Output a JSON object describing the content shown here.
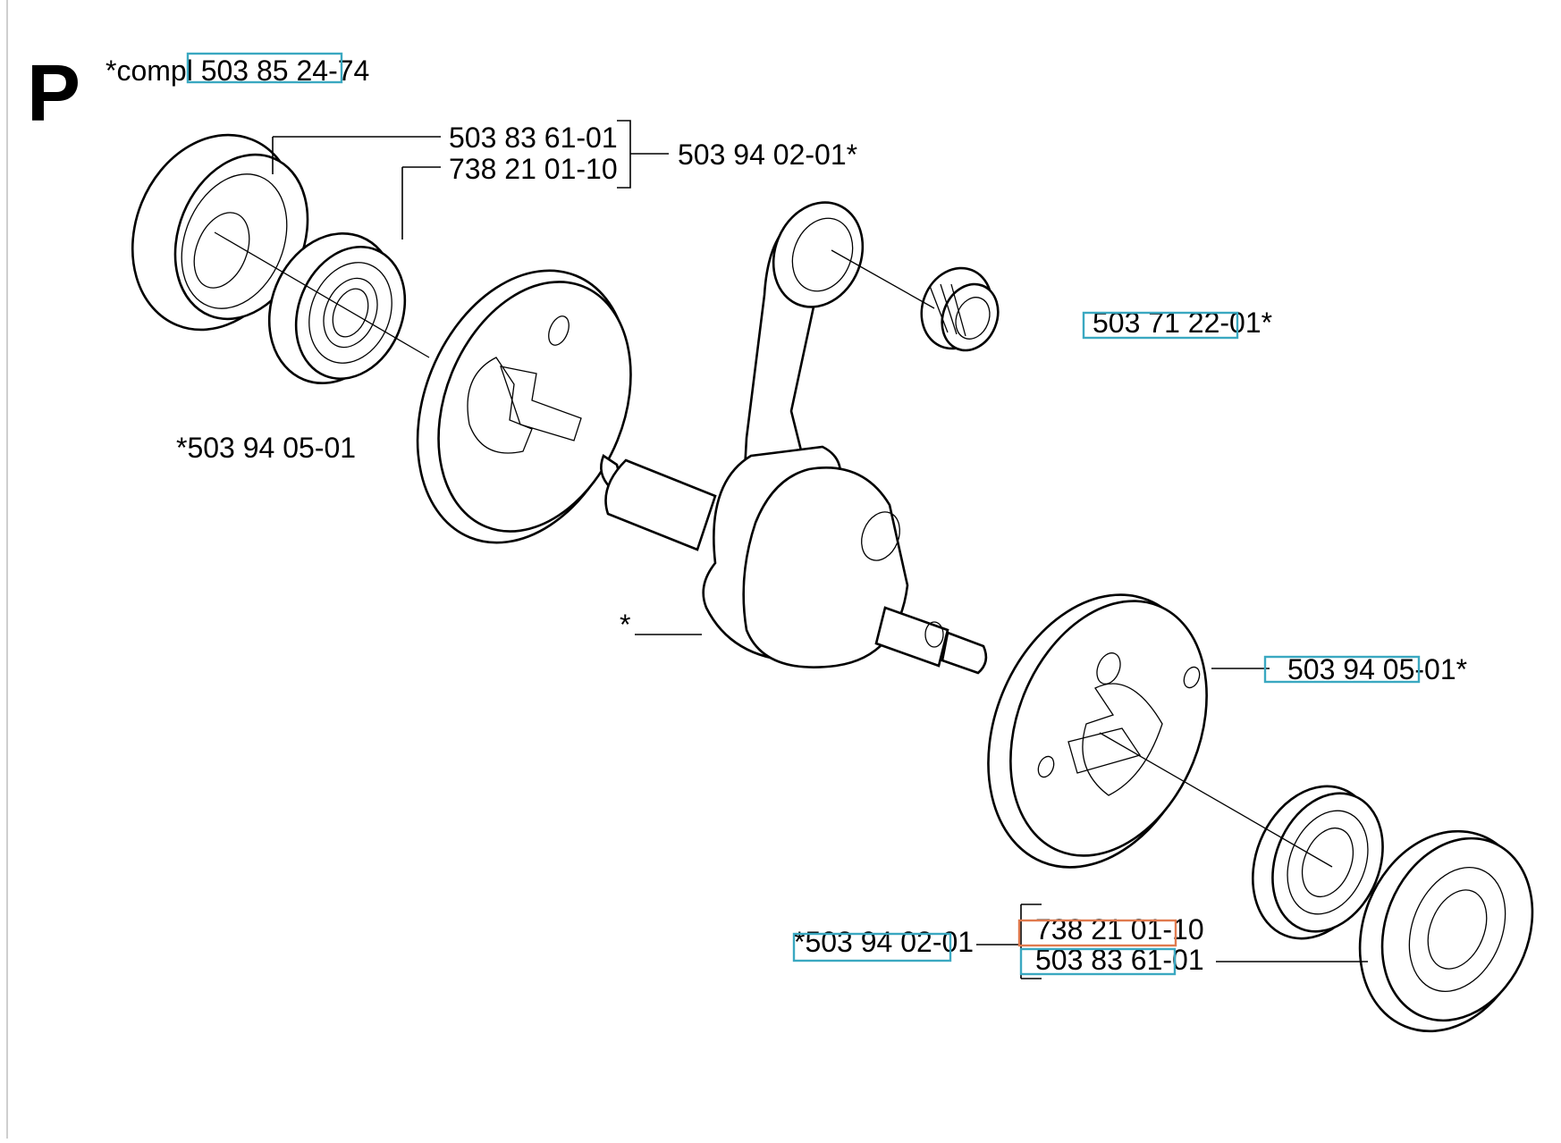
{
  "section_letter": "P",
  "compl_label": "*compl 503 85 24-74",
  "labels": {
    "seal_top": "503 83 61-01",
    "bearing_top": "738 21 01-10",
    "kit_top": "503 94 02-01*",
    "needle_bearing": "503 71 22-01*",
    "half_left": "*503 94 05-01",
    "crank_star": "*",
    "half_right": "503 94 05-01*",
    "kit_bottom": "*503 94 02-01",
    "bearing_bottom": "738 21 01-10",
    "seal_bottom": "503 83 61-01"
  },
  "highlight_colors": {
    "blue": "#3aa8c1",
    "orange": "#e07a4e"
  }
}
